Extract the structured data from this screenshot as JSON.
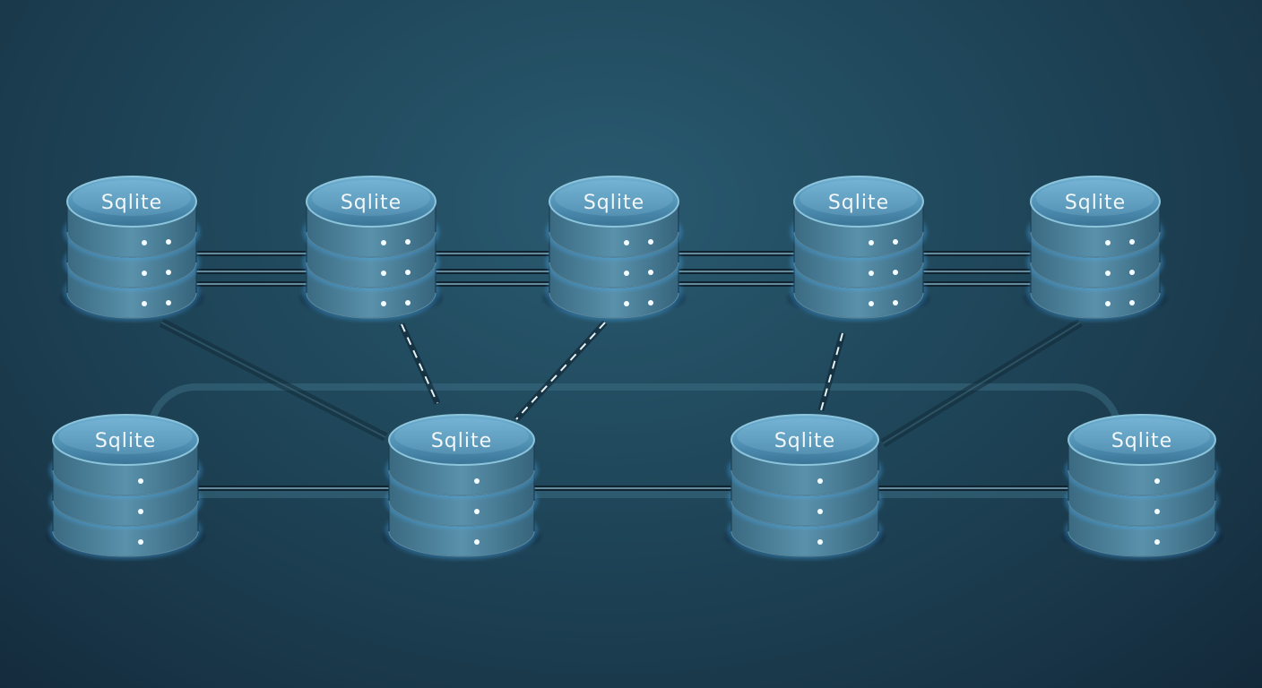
{
  "diagram": {
    "nodes": [
      {
        "id": "top-1",
        "label": "Sqlite",
        "row": "top"
      },
      {
        "id": "top-2",
        "label": "Sqlite",
        "row": "top"
      },
      {
        "id": "top-3",
        "label": "Sqlite",
        "row": "top"
      },
      {
        "id": "top-4",
        "label": "Sqlite",
        "row": "top"
      },
      {
        "id": "top-5",
        "label": "Sqlite",
        "row": "top"
      },
      {
        "id": "bottom-1",
        "label": "Sqlite",
        "row": "bottom"
      },
      {
        "id": "bottom-2",
        "label": "Sqlite",
        "row": "bottom"
      },
      {
        "id": "bottom-3",
        "label": "Sqlite",
        "row": "bottom"
      },
      {
        "id": "bottom-4",
        "label": "Sqlite",
        "row": "bottom"
      }
    ],
    "connections": [
      {
        "from": "top-1",
        "to": "top-2",
        "style": "solid-triple"
      },
      {
        "from": "top-2",
        "to": "top-3",
        "style": "solid-triple"
      },
      {
        "from": "top-3",
        "to": "top-4",
        "style": "solid-triple"
      },
      {
        "from": "top-4",
        "to": "top-5",
        "style": "solid-triple"
      },
      {
        "from": "bottom-1",
        "to": "bottom-2",
        "style": "solid"
      },
      {
        "from": "bottom-2",
        "to": "bottom-3",
        "style": "solid"
      },
      {
        "from": "bottom-3",
        "to": "bottom-4",
        "style": "solid"
      },
      {
        "from": "top-2",
        "to": "bottom-2",
        "style": "dashed"
      },
      {
        "from": "top-3",
        "to": "bottom-2",
        "style": "dashed"
      },
      {
        "from": "top-4",
        "to": "bottom-3",
        "style": "dashed"
      },
      {
        "from": "top-1",
        "to": "bottom-2",
        "style": "faint"
      },
      {
        "from": "top-5",
        "to": "bottom-3",
        "style": "faint"
      }
    ],
    "colors": {
      "cylinder_top": "#5f9fc2",
      "cylinder_body": "#3f7590",
      "glow": "#4ab3ff",
      "link": "#9fd0e6"
    }
  }
}
